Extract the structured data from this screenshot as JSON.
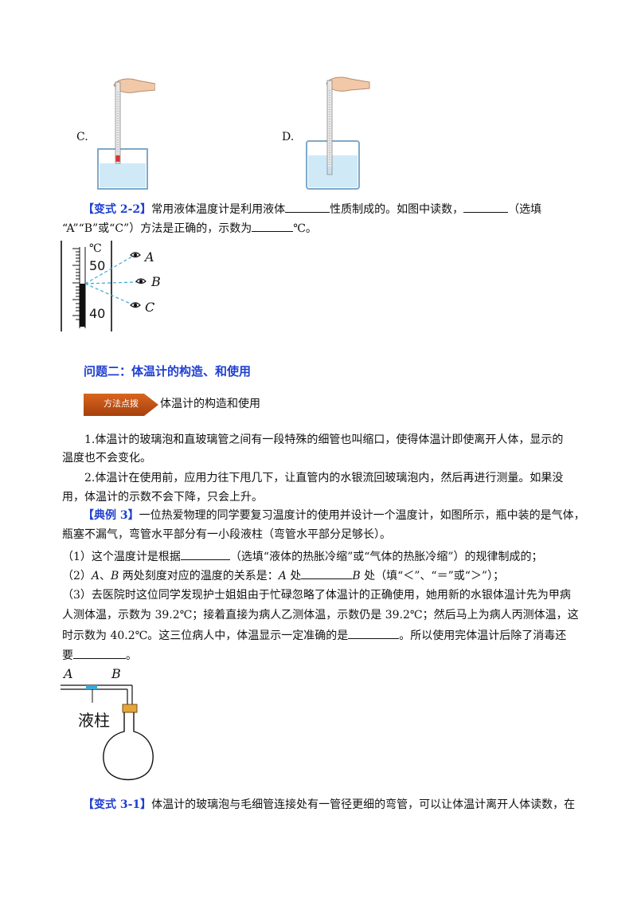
{
  "figure_options": {
    "c_label": "C.",
    "d_label": "D."
  },
  "variant_2_2": {
    "tag": "【变式 2-2】",
    "l1_a": "常用液体温度计是利用液体",
    "l1_b": "性质制成的。如图中读数，",
    "l1_c": "（选填",
    "l2_a": "“A”“B”或“C”）方法是正确的，示数为",
    "l2_b": "℃。",
    "figure": {
      "unit": "℃",
      "tick_50": "50",
      "tick_40": "40",
      "eye_a": "A",
      "eye_b": "B",
      "eye_c": "C"
    }
  },
  "section2": {
    "heading": "问题二：体温计的构造、和使用",
    "badge": "方法点拨",
    "badge_caption": "体温计的构造和使用",
    "p1_l1": "1.体温计的玻璃泡和直玻璃管之间有一段特殊的细管也叫缩口，使得体温计即使离开人体，显示的",
    "p1_l2": "温度也不会变化。",
    "p2_l1": "2.体温计在使用前，应用力往下甩几下，让直管内的水银流回玻璃泡内，然后再进行测量。如果没",
    "p2_l2": "用，体温计的示数不会下降，只会上升。"
  },
  "example3": {
    "tag": "【典例 3】",
    "l1": "一位热爱物理的同学要复习温度计的使用并设计一个温度计，如图所示，瓶中装的是气体，",
    "l2": "瓶塞不漏气，弯管水平部分有一小段液柱（弯管水平部分足够长）。",
    "q1_a": "（1）这个温度计是根据",
    "q1_b": "（选填“液体的热胀冷缩”或“气体的热胀冷缩”）的规律制成的；",
    "q2_a": "（2）",
    "q2_A": "A",
    "q2_b": "、",
    "q2_B": "B",
    "q2_c": " 两处刻度对应的温度的关系是：",
    "q2_A2": "A",
    "q2_d": " 处",
    "q2_B2": "B",
    "q2_e": " 处（填“＜”、“＝”或“＞”）；",
    "q3_l1": "（3）去医院时这位同学发现护士姐姐由于忙碌忽略了体温计的正确使用，她用新的水银体温计先为甲病",
    "q3_l2": "人测体温，示数为 39.2℃；接着直接为病人乙测体温，示数仍是 39.2℃；然后马上为病人丙测体温，这",
    "q3_l3_a": "时示数为 40.2℃。这三位病人中，体温显示一定准确的是",
    "q3_l3_b": "。所以使用完体温计后除了消毒还",
    "q3_l4_a": "要",
    "q3_l4_b": "。",
    "figure": {
      "label_a": "A",
      "label_b": "B",
      "label_liquid": "液柱"
    }
  },
  "variant_3_1": {
    "tag": "【变式 3-1】",
    "l1": "体温计的玻璃泡与毛细管连接处有一管径更细的弯管，可以让体温计离开人体读数，在"
  }
}
